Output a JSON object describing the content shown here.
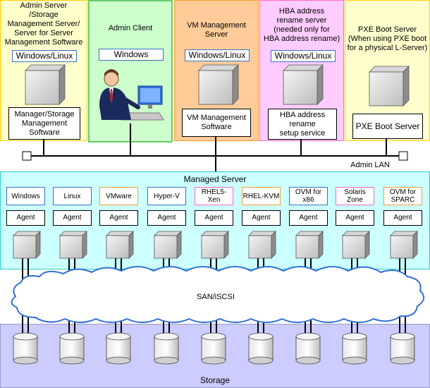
{
  "servers": [
    {
      "title": "Admin Server\n/Storage\nManagement Server/\nServer for Server\nManagement Software",
      "os": "Windows/Linux",
      "software": "Manager/Storage\nManagement\nSoftware",
      "color": "#ffffcc",
      "border": "#ffcc00"
    },
    {
      "title": "Admin Client",
      "os": "Windows",
      "software": "",
      "color": "#ccffcc",
      "border": "#66cc66"
    },
    {
      "title": "VM Management\nServer",
      "os": "Windows/Linux",
      "software": "VM Management\nSoftware",
      "color": "#ffcc99",
      "border": "#ff9933"
    },
    {
      "title": "HBA address\nrename server\n(needed only for\nHBA address rename)",
      "os": "Windows/Linux",
      "software": "HBA address\nrename\nsetup service",
      "color": "#ffccff",
      "border": "#ff66cc"
    },
    {
      "title": "PXE Boot Server\n(When using PXE boot\nfor a physical L-Server)",
      "os": "",
      "software": "PXE Boot Server",
      "color": "#ffffcc",
      "border": "#ffcc00"
    }
  ],
  "network": {
    "admin_lan": "Admin LAN",
    "san": "SAN/iSCSI"
  },
  "managed": {
    "title": "Managed Server",
    "color": "#ccffff",
    "border": "#33cccc",
    "agent_label": "Agent",
    "items": [
      {
        "os": "Windows",
        "border": "#3a6fc4"
      },
      {
        "os": "Linux",
        "border": "#3a6fc4"
      },
      {
        "os": "VMware",
        "border": "#ff9933"
      },
      {
        "os": "Hyper-V",
        "border": "#3a6fc4"
      },
      {
        "os": "RHEL5-Xen",
        "border": "#ff66cc"
      },
      {
        "os": "RHEL-KVM",
        "border": "#ff9933"
      },
      {
        "os": "OVM for\nx86",
        "border": "#3a6fc4"
      },
      {
        "os": "Solaris\nZone",
        "border": "#ff66cc"
      },
      {
        "os": "OVM for\nSPARC",
        "border": "#ff9933"
      }
    ]
  },
  "storage": {
    "label": "Storage",
    "color": "#ccccff",
    "border": "#9999cc"
  },
  "icons": {
    "server": "server-box-icon",
    "person": "admin-client-user-icon",
    "disk": "storage-disk-icon",
    "cloud": "san-cloud-icon",
    "hub": "lan-terminator-icon"
  }
}
